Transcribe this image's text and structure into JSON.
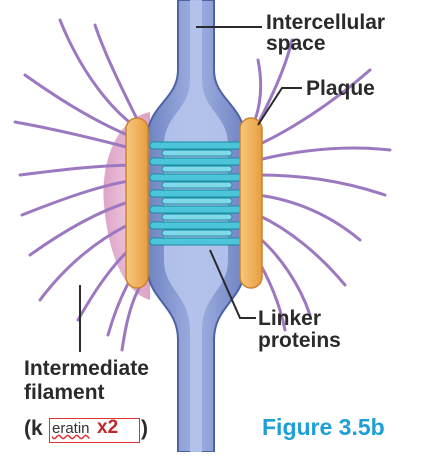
{
  "labels": {
    "intercellular_1": "Intercellular",
    "intercellular_2": "space",
    "plaque": "Plaque",
    "linker_1": "Linker",
    "linker_2": "proteins",
    "intermediate_1": "Intermediate",
    "intermediate_2": "filament",
    "paren_open": "(k",
    "keratin_word": "eratin",
    "keratin_mark": "x2",
    "paren_close": ")",
    "figure": "Figure 3.5b"
  },
  "colors": {
    "membrane": "#7d8fc8",
    "membrane_dark": "#5267a8",
    "plaque": "#f2b45e",
    "filament": "#9b78c0",
    "linker": "#48c3d8",
    "cytoplasm_left": "#e2a7c9",
    "figure_label": "#1e9fd6"
  }
}
